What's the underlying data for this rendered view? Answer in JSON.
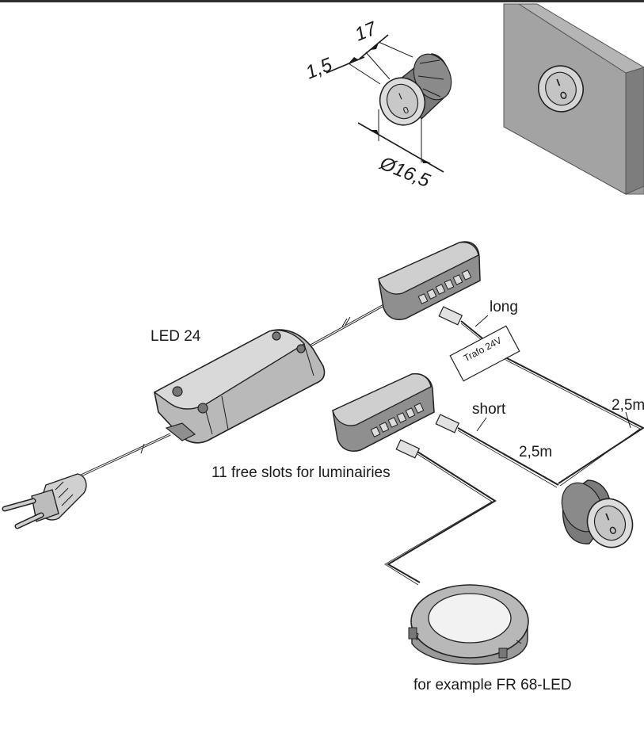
{
  "dimensions": {
    "depth": "17",
    "bezel": "1,5",
    "diameter": "Ø16,5"
  },
  "switch_marks": {
    "on": "I",
    "off": "0"
  },
  "labels": {
    "driver": "LED 24",
    "free_slots": "11 free slots for luminairies",
    "long": "long",
    "short": "short",
    "trafo": "Trafo 24V",
    "length_long": "2,5m",
    "length_short": "2,5m",
    "example": "for example FR 68-LED"
  },
  "colors": {
    "panel_face": "#9a9a9a",
    "panel_side": "#7d7d7d",
    "device_light": "#d9d9d9",
    "device_mid": "#b9b9b9",
    "device_dark": "#8f8f8f",
    "outline": "#1a1a1a"
  },
  "icons": [
    "plug-icon",
    "rocker-switch-icon",
    "distributor-icon",
    "downlight-icon"
  ]
}
